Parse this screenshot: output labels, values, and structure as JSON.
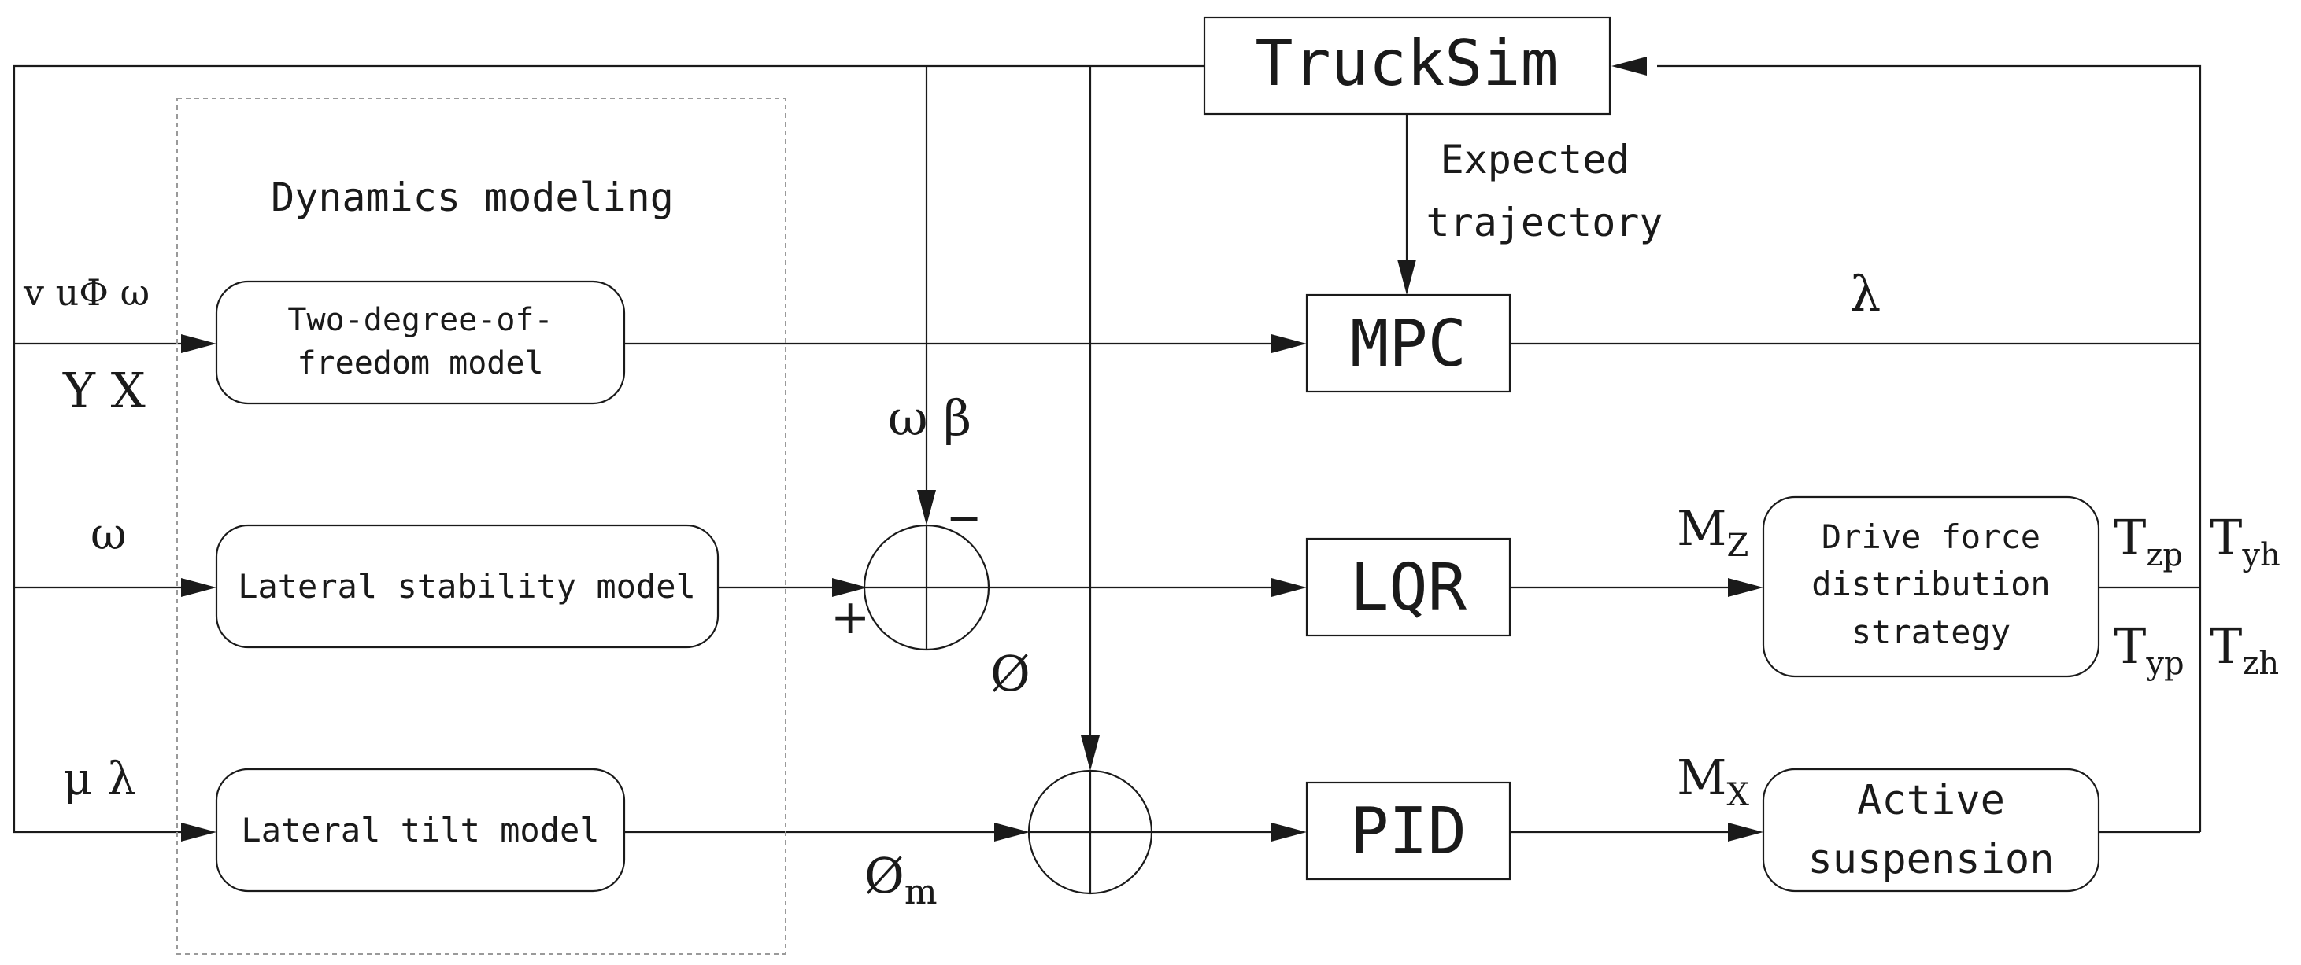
{
  "blocks": {
    "trucksim": "TruckSim",
    "mpc": "MPC",
    "lqr": "LQR",
    "pid": "PID"
  },
  "group": {
    "title": "Dynamics modeling"
  },
  "models": {
    "two_dof": [
      "Two-degree-of-",
      "freedom model"
    ],
    "lateral_stability": "Lateral stability model",
    "lateral_tilt": "Lateral tilt model",
    "drive_force": [
      "Drive force",
      "distribution",
      "strategy"
    ],
    "active_suspension": [
      "Active",
      "suspension"
    ]
  },
  "labels": {
    "expected_trajectory": [
      "Expected",
      "trajectory"
    ],
    "input_row1_top": "v uΦ ω",
    "input_row1_bottom": "Y X",
    "input_row2": "ω",
    "input_row3": "μ λ",
    "feedback_omega_beta": "ω β",
    "minus": "−",
    "plus": "+",
    "phi": "Ø",
    "phi_m_base": "Ø",
    "phi_m_sub": "m",
    "lambda": "λ",
    "mz_base": "M",
    "mz_sub": "Z",
    "mx_base": "M",
    "mx_sub": "X",
    "tzp_base": "T",
    "tzp_sub": "zp",
    "typ_base": "T",
    "typ_sub": "yp",
    "tyh_base": "T",
    "tyh_sub": "yh",
    "tzh_base": "T",
    "tzh_sub": "zh"
  }
}
